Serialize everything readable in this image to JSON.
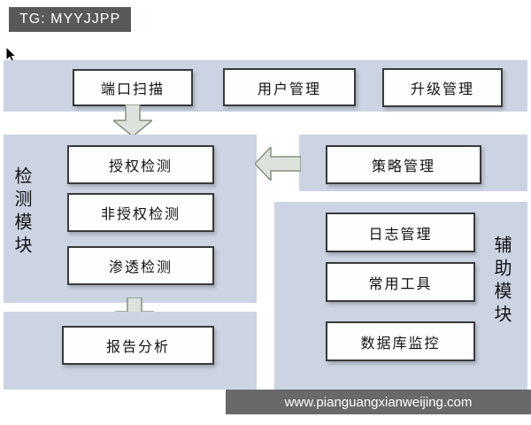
{
  "badge": {
    "text": "TG: MYYJJPP"
  },
  "footer": {
    "url": "www.pianguangxianweijing.com"
  },
  "diagram": {
    "top_row": {
      "items": [
        {
          "label": "端口扫描"
        },
        {
          "label": "用户管理"
        },
        {
          "label": "升级管理"
        }
      ]
    },
    "detection": {
      "title": "检测模块",
      "items": [
        {
          "label": "授权检测"
        },
        {
          "label": "非授权检测"
        },
        {
          "label": "渗透检测"
        }
      ]
    },
    "strategy": {
      "label": "策略管理"
    },
    "auxiliary": {
      "title": "辅助模块",
      "items": [
        {
          "label": "日志管理"
        },
        {
          "label": "常用工具"
        },
        {
          "label": "数据库监控"
        }
      ]
    },
    "report": {
      "label": "报告分析"
    }
  },
  "icons": {
    "down_arrow_1": "down-arrow",
    "left_arrow": "left-arrow",
    "down_arrow_2": "down-arrow",
    "cursor": "mouse-pointer"
  },
  "colors": {
    "panel_bg": "#ccd4e3",
    "node_bg": "#fefefe",
    "node_border": "#3a3a3a",
    "arrow_fill": "#dde3dc",
    "arrow_stroke": "#87917f",
    "badge_bg": "#58595b",
    "footer_bg": "#58595b"
  }
}
